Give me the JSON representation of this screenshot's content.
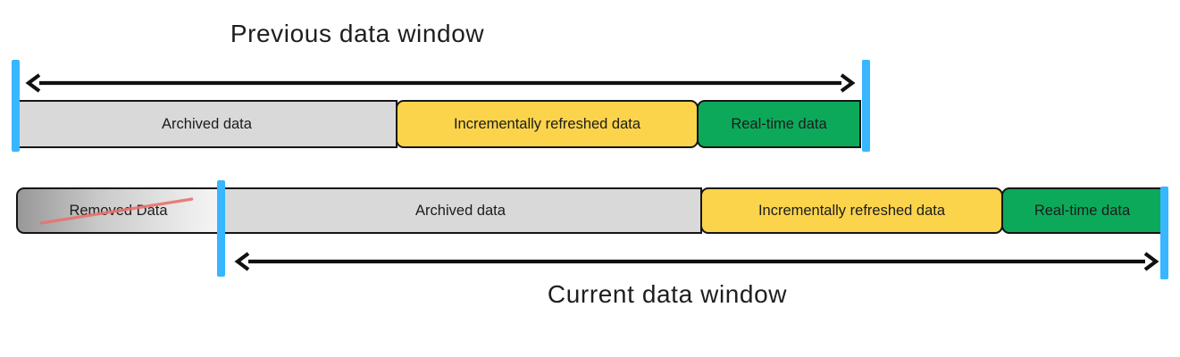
{
  "colors": {
    "archived_fill": "#D9D9D9",
    "incremental_fill": "#FBD44B",
    "realtime_fill": "#0CA95B",
    "marker_blue": "#38B6FF",
    "strike_red": "#E8736F",
    "border_black": "#151515",
    "removed_gradient_start": "#989898",
    "removed_gradient_end": "#F6F6F6"
  },
  "previous_window": {
    "title": "Previous data window",
    "segments": [
      {
        "label": "Archived data"
      },
      {
        "label": "Incrementally refreshed data"
      },
      {
        "label": "Real-time data"
      }
    ]
  },
  "current_window": {
    "title": "Current data window",
    "segments": [
      {
        "label": "Removed Data",
        "status": "struck-through"
      },
      {
        "label": "Archived data"
      },
      {
        "label": "Incrementally refreshed data"
      },
      {
        "label": "Real-time data"
      }
    ]
  }
}
